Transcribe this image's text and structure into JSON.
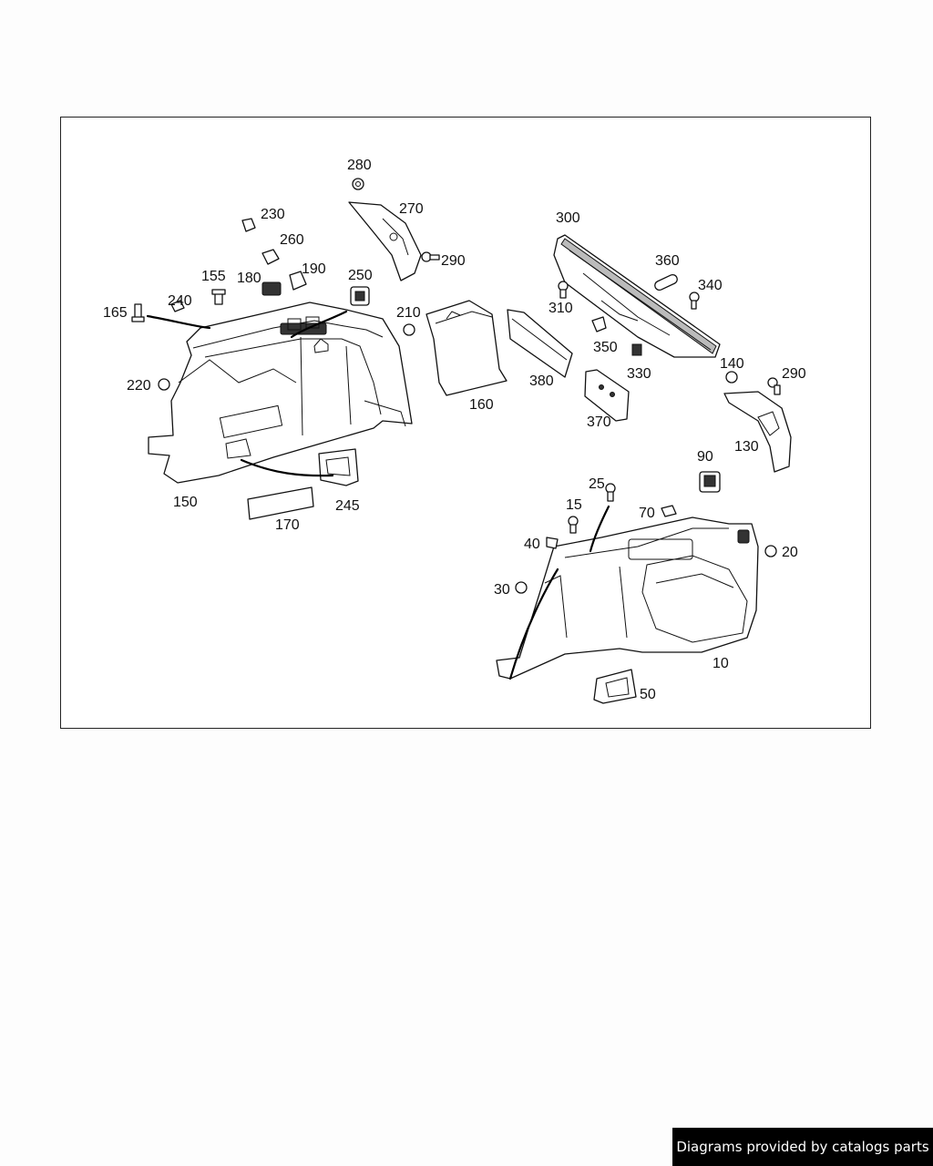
{
  "callouts": {
    "c280": "280",
    "c270": "270",
    "c230": "230",
    "c260": "260",
    "c300": "300",
    "c155": "155",
    "c180": "180",
    "c190": "190",
    "c250": "250",
    "c240": "240",
    "c165": "165",
    "c210": "210",
    "c290a": "290",
    "c360": "360",
    "c340": "340",
    "c310": "310",
    "c350": "350",
    "c330": "330",
    "c220": "220",
    "c380": "380",
    "c160": "160",
    "c370": "370",
    "c140": "140",
    "c290b": "290",
    "c130": "130",
    "c150": "150",
    "c245": "245",
    "c170": "170",
    "c90": "90",
    "c25": "25",
    "c15": "15",
    "c70": "70",
    "c40": "40",
    "c20": "20",
    "c30": "30",
    "c10": "10",
    "c50": "50"
  },
  "credit_text": "Diagrams provided by catalogs parts"
}
